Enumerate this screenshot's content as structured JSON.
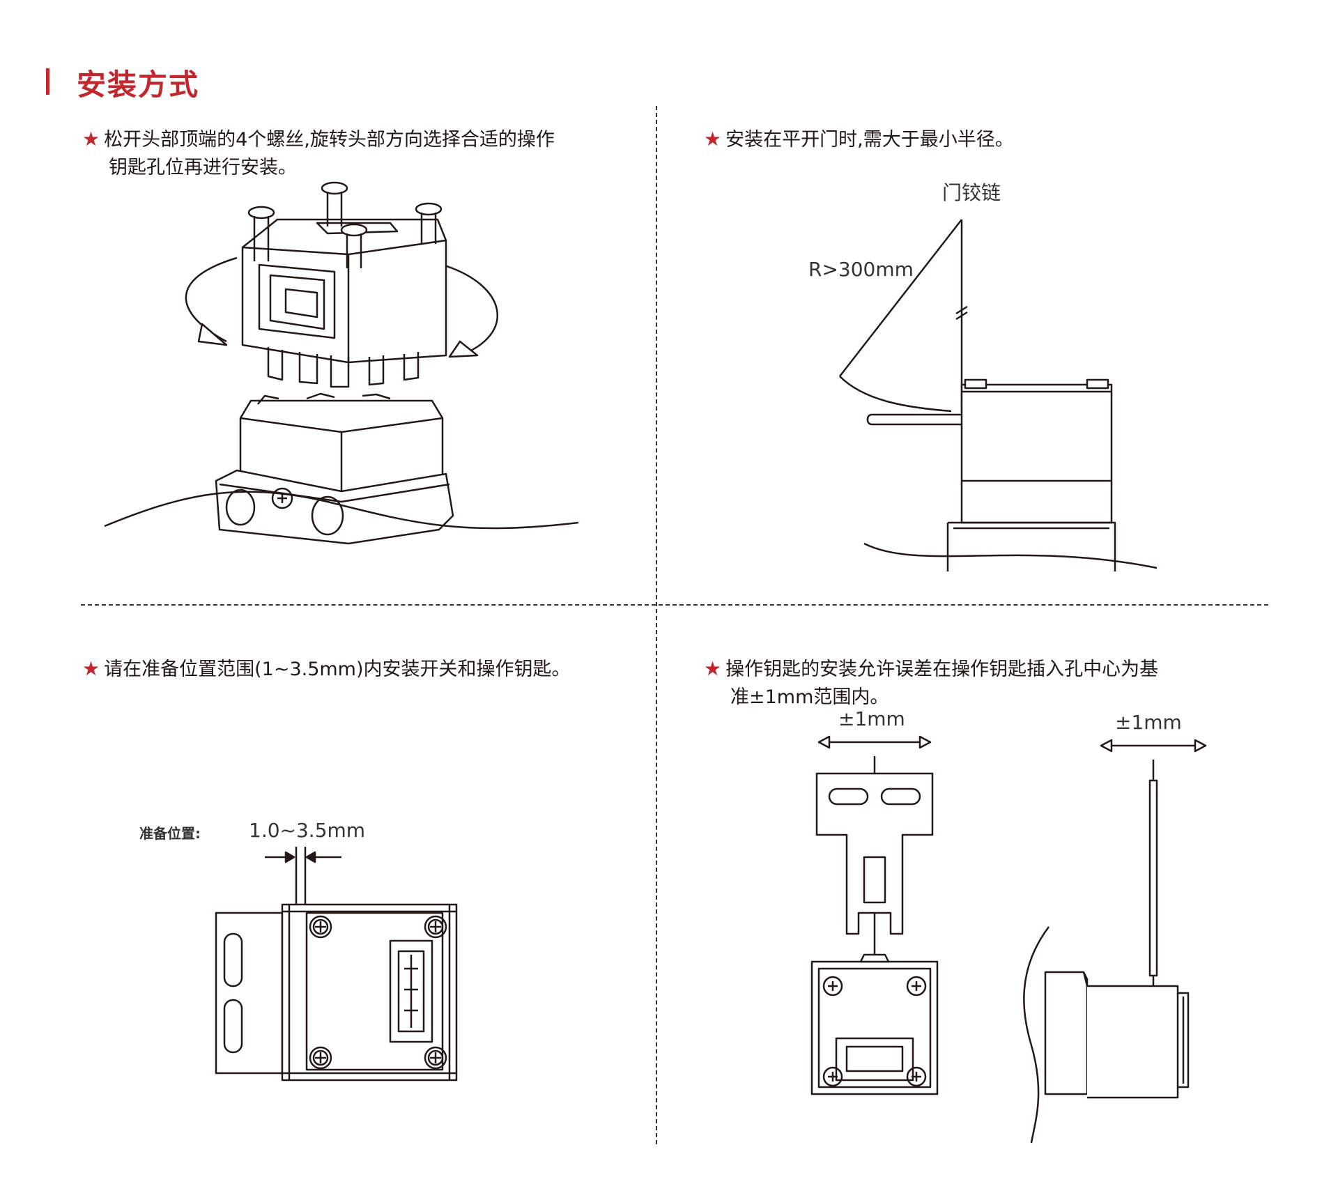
{
  "page": {
    "title": "安装方式",
    "accent_color": "#c1272d"
  },
  "notes": {
    "n1": {
      "star": "★",
      "line1": "松开头部顶端的4个螺丝,旋转头部方向选择合适的操作",
      "line2": "钥匙孔位再进行安装。"
    },
    "n2": {
      "star": "★",
      "line1": "安装在平开门时,需大于最小半径。"
    },
    "n3": {
      "star": "★",
      "line1": "请在准备位置范围(1~3.5mm)内安装开关和操作钥匙。"
    },
    "n4": {
      "star": "★",
      "line1": "操作钥匙的安装允许误差在操作钥匙插入孔中心为基",
      "line2": "准±1mm范围内。"
    }
  },
  "labels": {
    "hinge": "门铰链",
    "radius": "R>300mm",
    "ready_position": "准备位置:",
    "ready_range": "1.0~3.5mm",
    "tolerance_front": "±1mm",
    "tolerance_side": "±1mm"
  }
}
